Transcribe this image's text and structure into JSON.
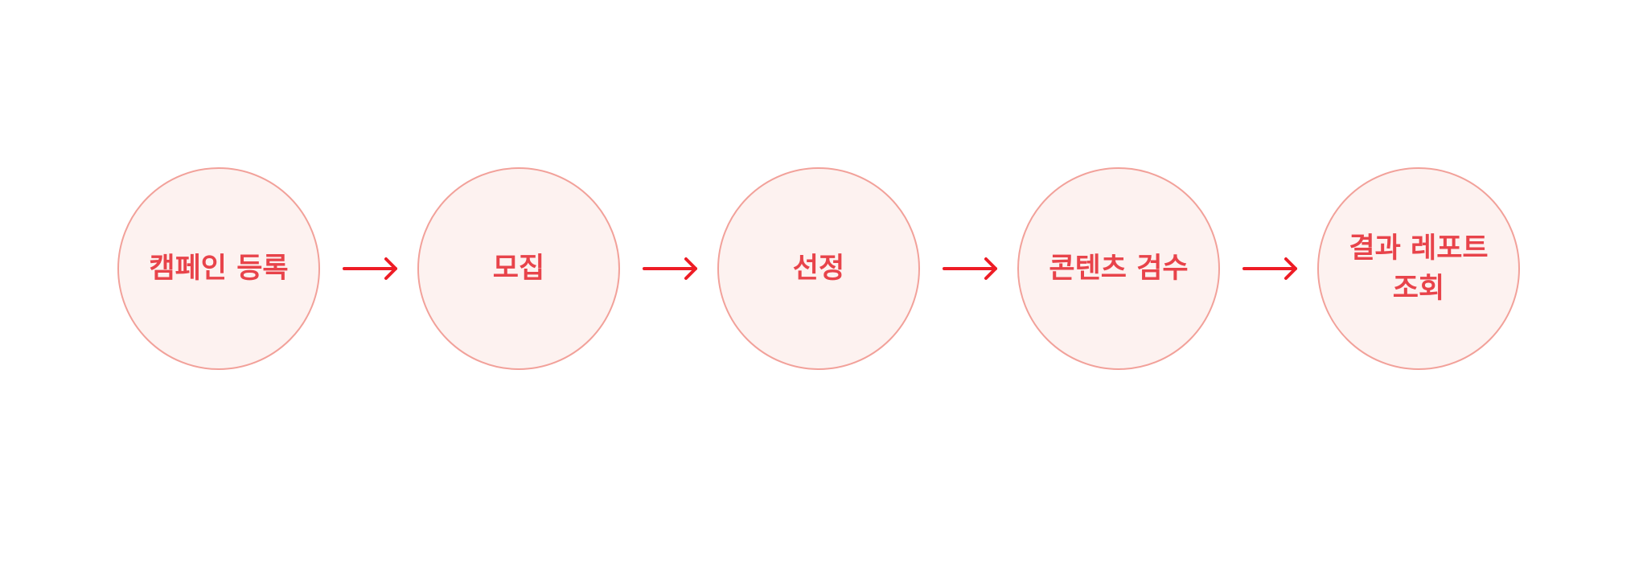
{
  "flow": {
    "steps": [
      {
        "label": "캠페인 등록"
      },
      {
        "label": "모집"
      },
      {
        "label": "선정"
      },
      {
        "label": "콘텐츠 검수"
      },
      {
        "label": "결과 레포트 조회"
      }
    ],
    "colors": {
      "text": "#e8434a",
      "circle_fill": "#fdf2f0",
      "circle_border": "#f2a19a",
      "arrow": "#ee1c25"
    },
    "arrow_icon": "arrow-right-icon"
  }
}
